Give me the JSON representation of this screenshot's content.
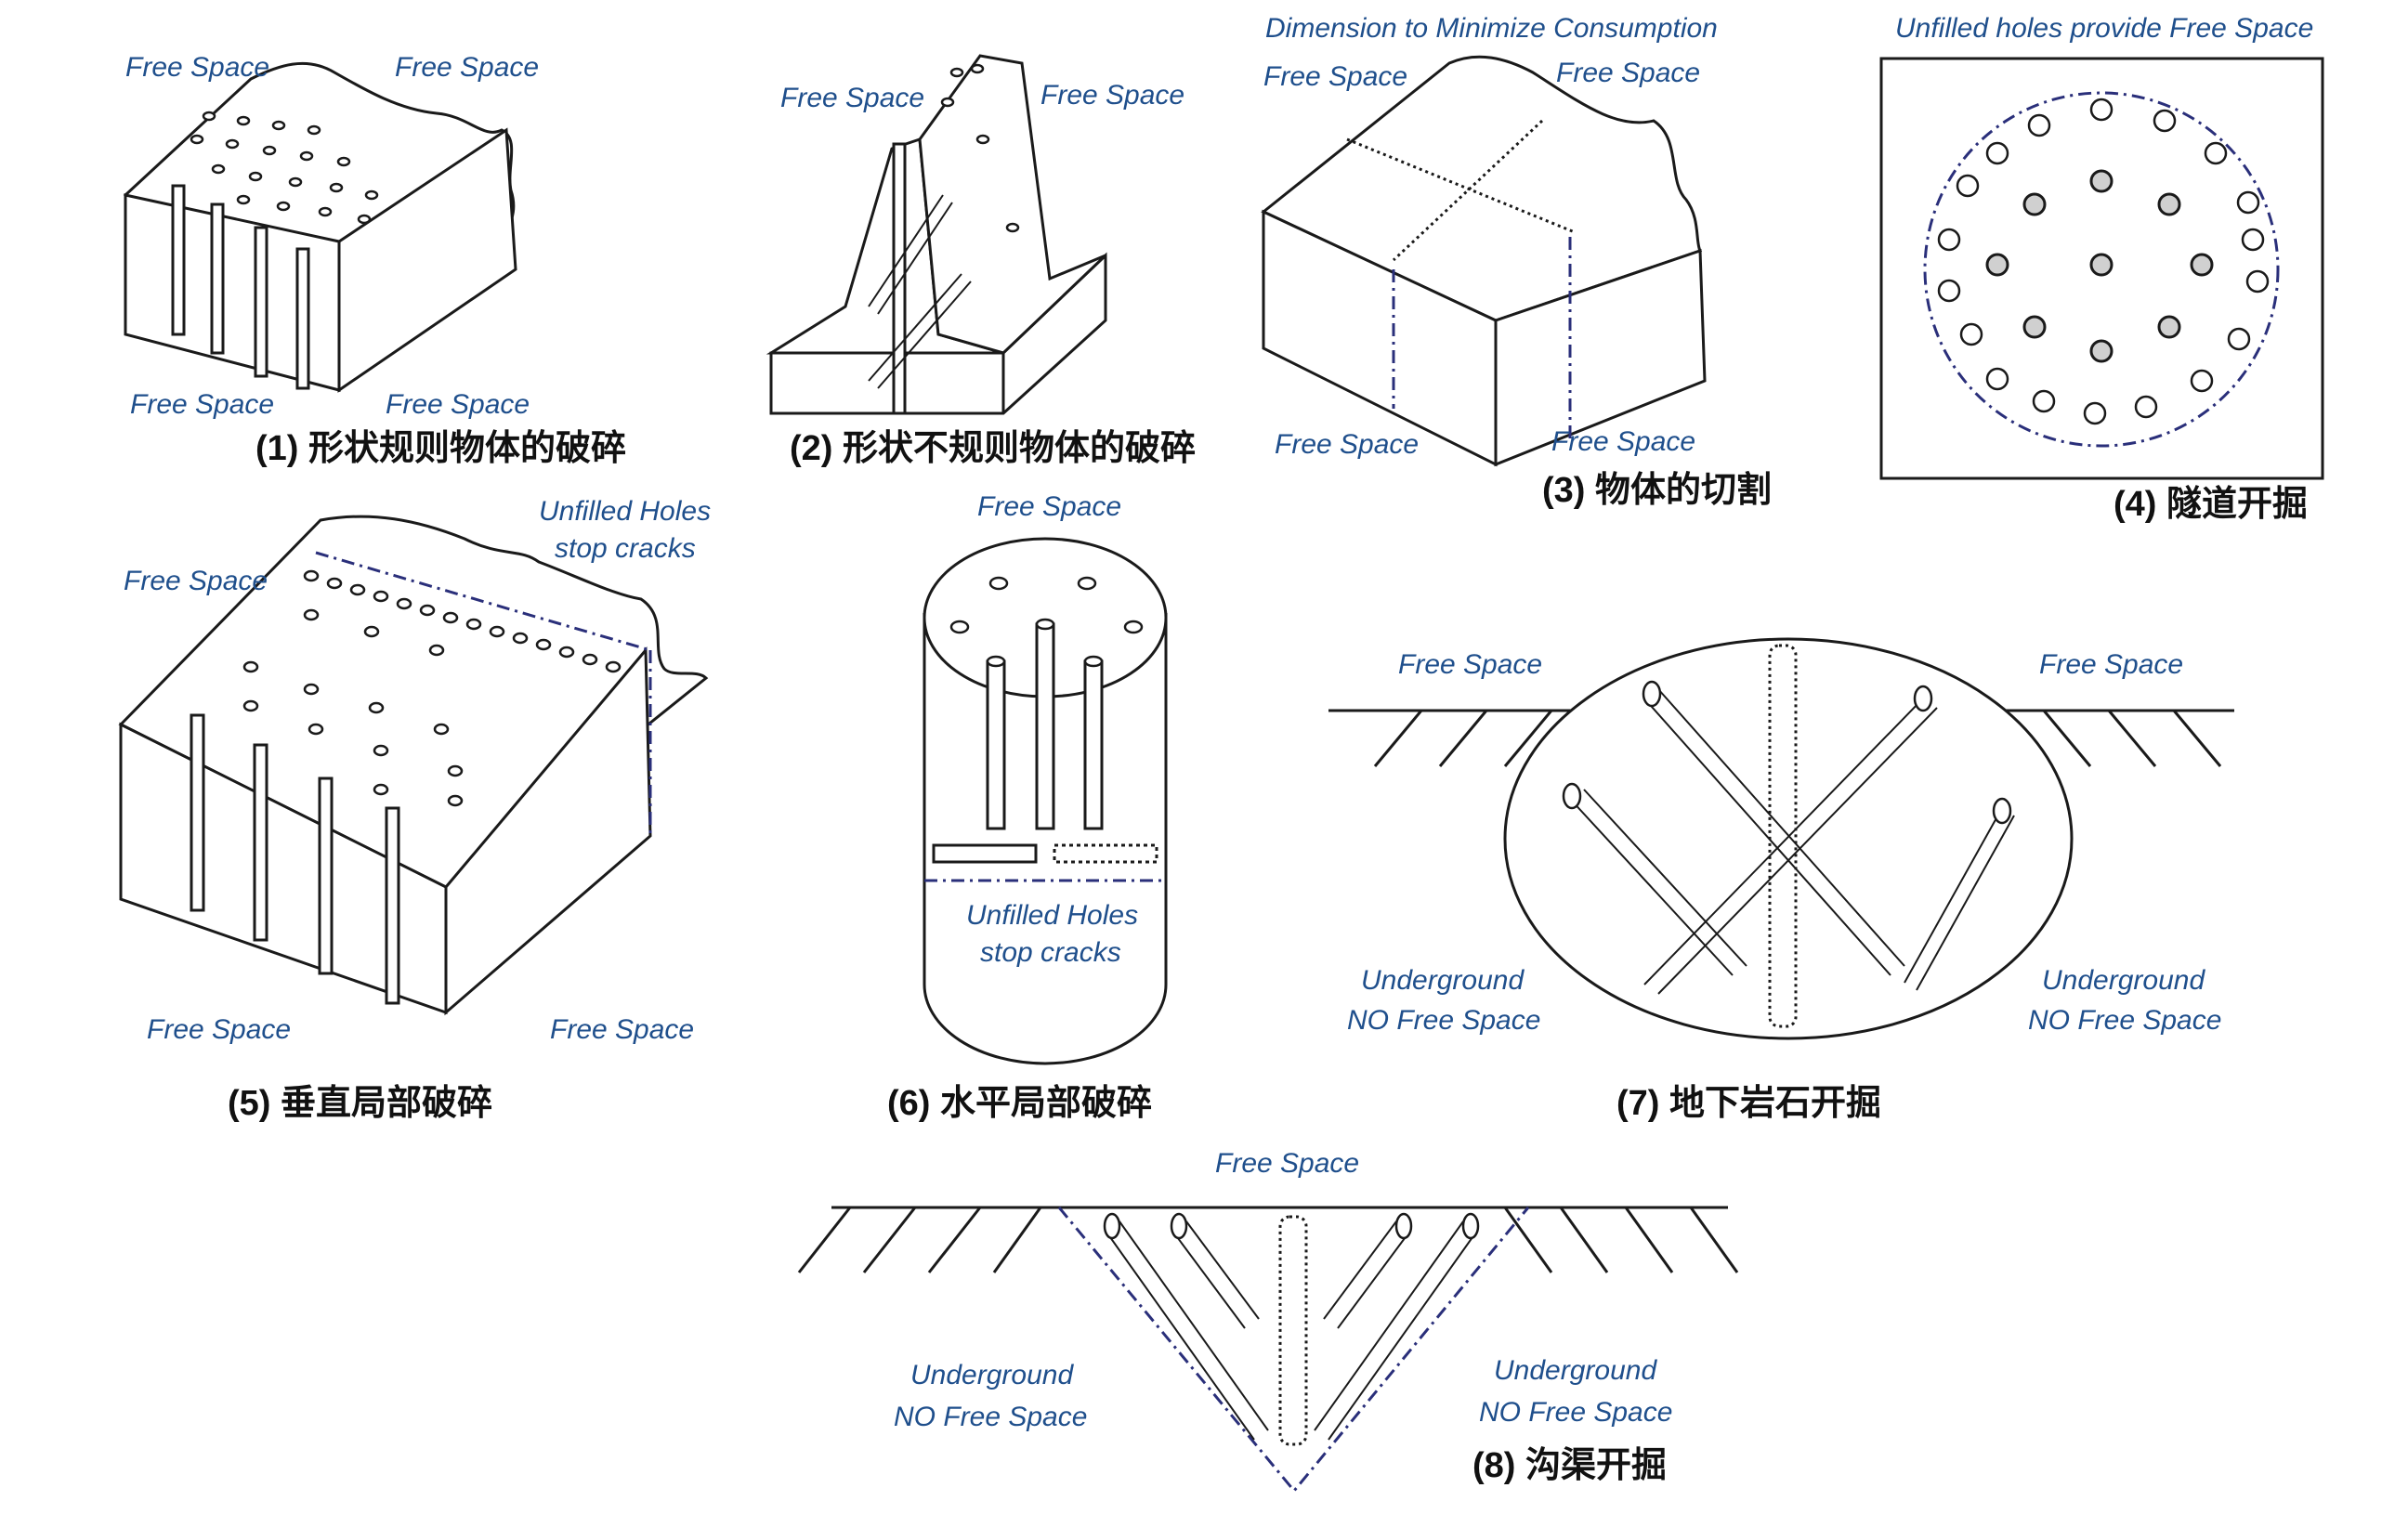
{
  "panels": [
    {
      "caption": "(1) 形状规则物体的破碎",
      "labels": [
        "Free Space",
        "Free Space",
        "Free Space",
        "Free Space"
      ]
    },
    {
      "caption": "(2) 形状不规则物体的破碎",
      "labels": [
        "Free Space",
        "Free Space"
      ]
    },
    {
      "caption": "(3) 物体的切割",
      "labels": [
        "Dimension to Minimize Consumption",
        "Free Space",
        "Free Space",
        "Free Space",
        "Free Space"
      ]
    },
    {
      "caption": "(4) 隧道开掘",
      "labels": [
        "Unfilled holes provide Free Space"
      ]
    },
    {
      "caption": "(5) 垂直局部破碎",
      "labels": [
        "Free Space",
        "Unfilled Holes",
        "stop cracks",
        "Free Space",
        "Free Space"
      ]
    },
    {
      "caption": "(6) 水平局部破碎",
      "labels": [
        "Free Space",
        "Unfilled Holes",
        "stop cracks"
      ]
    },
    {
      "caption": "(7) 地下岩石开掘",
      "labels": [
        "Free Space",
        "Free Space",
        "Underground",
        "NO Free Space",
        "Underground",
        "NO Free Space"
      ]
    },
    {
      "caption": "(8) 沟渠开掘",
      "labels": [
        "Free Space",
        "Underground",
        "NO Free Space",
        "Underground",
        "NO Free Space"
      ]
    }
  ]
}
